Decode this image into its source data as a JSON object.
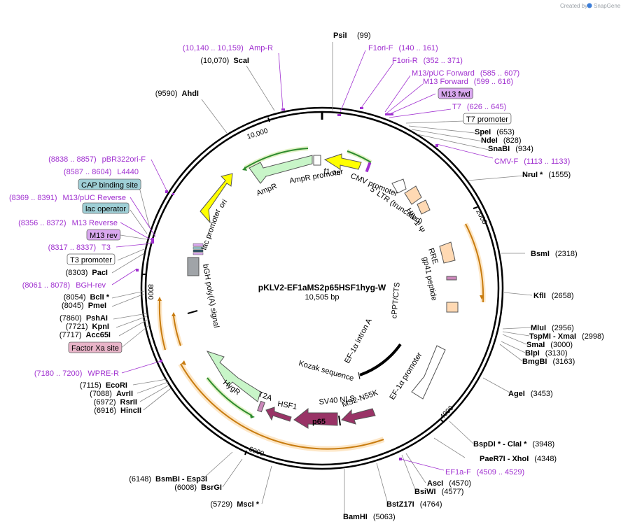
{
  "plasmid": {
    "name": "pKLV2-EF1aMS2p65HSF1hyg-W",
    "length_label": "10,505 bp",
    "length": 10505
  },
  "watermark": {
    "prefix": "Created by",
    "brand": "SnapGene"
  },
  "ticks": [
    "10,000",
    "2000",
    "4000",
    "6000",
    "8000"
  ],
  "sites": [
    {
      "name": "PsiI",
      "pos": "(99)",
      "side": "top"
    },
    {
      "name": "ScaI",
      "pos": "(10,070)",
      "side": "left"
    },
    {
      "name": "AhdI",
      "pos": "(9590)",
      "side": "left"
    },
    {
      "name": "SpeI",
      "pos": "(653)",
      "side": "right"
    },
    {
      "name": "NdeI",
      "pos": "(828)",
      "side": "right"
    },
    {
      "name": "SnaBI",
      "pos": "(934)",
      "side": "right"
    },
    {
      "name": "NruI *",
      "pos": "(1555)",
      "side": "right"
    },
    {
      "name": "BsmI",
      "pos": "(2318)",
      "side": "right"
    },
    {
      "name": "KflI",
      "pos": "(2658)",
      "side": "right"
    },
    {
      "name": "MluI",
      "pos": "(2956)",
      "side": "right"
    },
    {
      "name": "TspMI  -  XmaI",
      "pos": "(2998)",
      "side": "right"
    },
    {
      "name": "SmaI",
      "pos": "(3000)",
      "side": "right"
    },
    {
      "name": "BlpI",
      "pos": "(3130)",
      "side": "right"
    },
    {
      "name": "BmgBI",
      "pos": "(3163)",
      "side": "right"
    },
    {
      "name": "AgeI",
      "pos": "(3453)",
      "side": "right"
    },
    {
      "name": "BspDI *  -  ClaI *",
      "pos": "(3948)",
      "side": "right"
    },
    {
      "name": "PaeR7I  -  XhoI",
      "pos": "(4348)",
      "side": "right"
    },
    {
      "name": "AscI",
      "pos": "(4570)",
      "side": "right"
    },
    {
      "name": "BsiWI",
      "pos": "(4577)",
      "side": "right"
    },
    {
      "name": "BstZ17I",
      "pos": "(4764)",
      "side": "right"
    },
    {
      "name": "BamHI",
      "pos": "(5063)",
      "side": "right"
    },
    {
      "name": "MscI *",
      "pos": "(5729)",
      "side": "left"
    },
    {
      "name": "BsrGI",
      "pos": "(6008)",
      "side": "left"
    },
    {
      "name": "BsmBI  -  Esp3I",
      "pos": "(6148)",
      "side": "left"
    },
    {
      "name": "HincII",
      "pos": "(6916)",
      "side": "left"
    },
    {
      "name": "RsrII",
      "pos": "(6972)",
      "side": "left"
    },
    {
      "name": "AvrII",
      "pos": "(7088)",
      "side": "left"
    },
    {
      "name": "EcoRI",
      "pos": "(7115)",
      "side": "left"
    },
    {
      "name": "Acc65I",
      "pos": "(7717)",
      "side": "left"
    },
    {
      "name": "KpnI",
      "pos": "(7721)",
      "side": "left"
    },
    {
      "name": "PshAI",
      "pos": "(7860)",
      "side": "left"
    },
    {
      "name": "PmeI",
      "pos": "(8045)",
      "side": "left"
    },
    {
      "name": "BclI *",
      "pos": "(8054)",
      "side": "left"
    },
    {
      "name": "PacI",
      "pos": "(8303)",
      "side": "left"
    }
  ],
  "primers": [
    {
      "name": "Amp-R",
      "range": "(10,140 .. 10,159)"
    },
    {
      "name": "F1ori-F",
      "range": "(140 .. 161)"
    },
    {
      "name": "F1ori-R",
      "range": "(352 .. 371)"
    },
    {
      "name": "M13/pUC Forward",
      "range": "(585 .. 607)"
    },
    {
      "name": "M13 Forward",
      "range": "(599 .. 616)"
    },
    {
      "name": "T7",
      "range": "(626 .. 645)"
    },
    {
      "name": "CMV-F",
      "range": "(1113 .. 1133)"
    },
    {
      "name": "EF1a-F",
      "range": "(4509 .. 4529)"
    },
    {
      "name": "WPRE-R",
      "range": "(7180 .. 7200)"
    },
    {
      "name": "BGH-rev",
      "range": "(8061 .. 8078)"
    },
    {
      "name": "T3",
      "range": "(8317 .. 8337)"
    },
    {
      "name": "M13 Reverse",
      "range": "(8356 .. 8372)"
    },
    {
      "name": "M13/pUC Reverse",
      "range": "(8369 .. 8391)"
    },
    {
      "name": "L4440",
      "range": "(8587 .. 8604)"
    },
    {
      "name": "pBR322ori-F",
      "range": "(8838 .. 8857)"
    }
  ],
  "boxed_features": [
    {
      "name": "M13 fwd",
      "color": "#d9a8ef"
    },
    {
      "name": "T7 promoter",
      "color": "#ffffff"
    },
    {
      "name": "CAP binding site",
      "color": "#9fcfd6"
    },
    {
      "name": "lac operator",
      "color": "#9fcfd6"
    },
    {
      "name": "M13 rev",
      "color": "#d9a8ef"
    },
    {
      "name": "T3 promoter",
      "color": "#ffffff"
    },
    {
      "name": "Factor Xa site",
      "color": "#e8b4c8"
    }
  ],
  "inner_labels": [
    "ori",
    "AmpR",
    "AmpR promoter",
    "f1 ori",
    "CMV promoter",
    "5' LTR (truncated)",
    "HIV-1 Ψ",
    "RRE",
    "gp41 peptide",
    "cPPT/CTS",
    "EF-1α intron A",
    "Kozak sequence",
    "EF-1α promoter",
    "MS2-N55K",
    "SV40 NLS",
    "p65",
    "HSF1",
    "T2A",
    "HygR",
    "bGH poly(A) signal",
    "lac promoter"
  ],
  "colors": {
    "primer": "#a030d0",
    "ampr": "#c8f5c8",
    "ori": "#ffff00",
    "promoter": "#ffffff",
    "misc": "#ffd9b3",
    "cds": "#993366",
    "green_arc": "#66bb22",
    "orange_arc": "#e89a2a"
  }
}
